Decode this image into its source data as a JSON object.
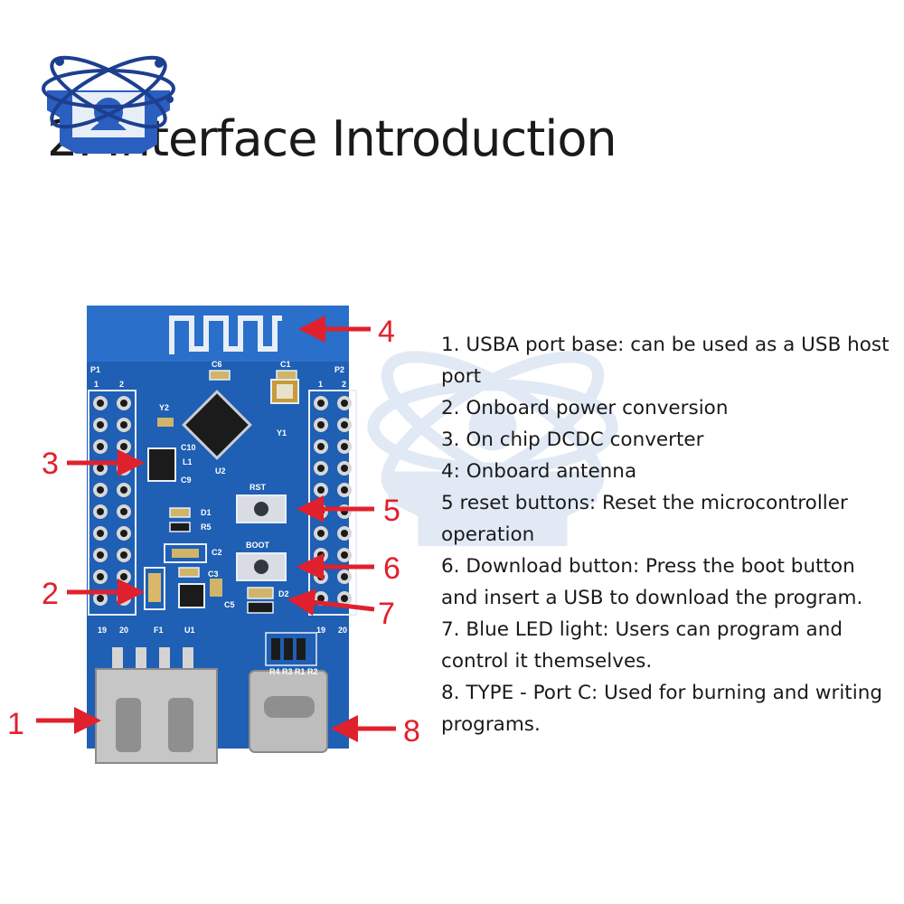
{
  "title": "2. Interface Introduction",
  "colors": {
    "pcb": "#1f5fb4",
    "accent": "#e0212d",
    "text": "#1a1a1a"
  },
  "descriptions": [
    "1. USBA port base: can be used as a USB host port",
    "2. Onboard power conversion",
    "3. On chip DCDC converter",
    "4: Onboard antenna",
    "5 reset buttons: Reset the microcontroller operation",
    "6. Download button: Press the boot button and insert a USB to download the program.",
    "7. Blue LED light: Users can program and control it themselves.",
    "8. TYPE - Port C: Used for burning and writing programs."
  ],
  "callouts": [
    "1",
    "2",
    "3",
    "4",
    "5",
    "6",
    "7",
    "8"
  ],
  "silkscreen": {
    "p1": "P1",
    "p2": "P2",
    "c6": "C6",
    "c1": "C1",
    "y1": "Y1",
    "y2": "Y2",
    "c10": "C10",
    "l1": "L1",
    "c9": "C9",
    "u2": "U2",
    "rst": "RST",
    "boot": "BOOT",
    "d1": "D1",
    "r5": "R5",
    "c2": "C2",
    "c3": "C3",
    "c5": "C5",
    "d2": "D2",
    "f1": "F1",
    "u1": "U1",
    "r4": "R4",
    "r3": "R3",
    "r1": "R1",
    "r2": "R2",
    "pin1": "1",
    "pin2": "2",
    "pin19": "19",
    "pin20": "20"
  }
}
